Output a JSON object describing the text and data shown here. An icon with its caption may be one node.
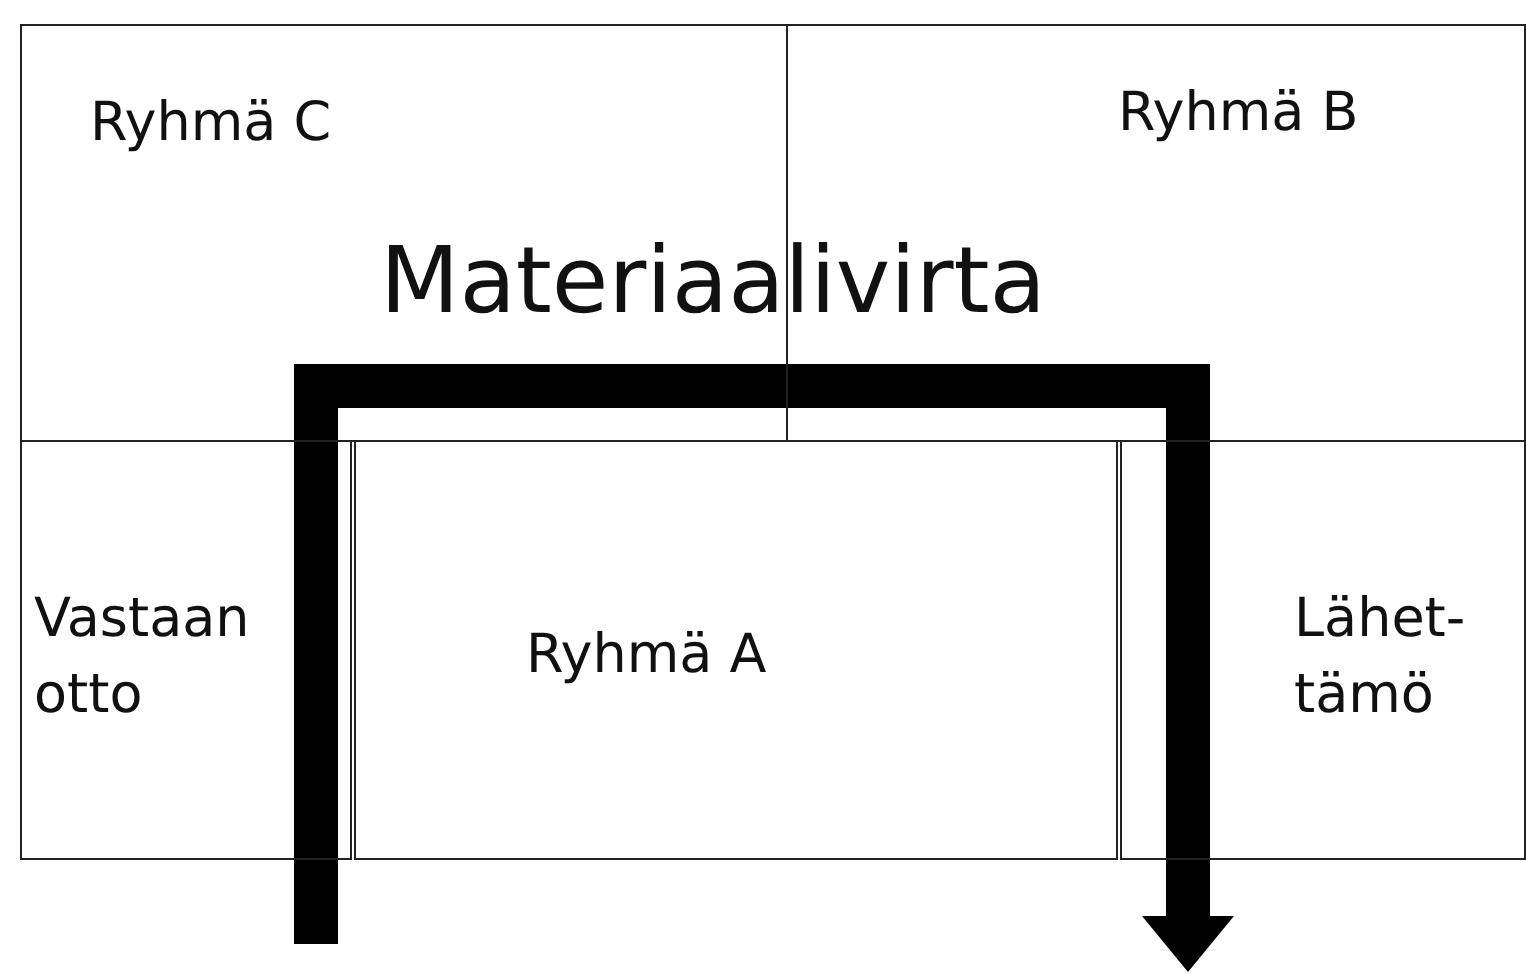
{
  "diagram": {
    "nodes": [
      {
        "text": [
          "Ryhmä C"
        ]
      },
      {
        "text": [
          "Ryhmä B"
        ]
      },
      {
        "text": [
          "Vastaan otto"
        ]
      },
      {
        "text": [
          "Ryhmä A"
        ]
      },
      {
        "text": [
          "Lähet- tämö"
        ]
      }
    ],
    "labels": [
      "Materiaalivirta"
    ]
  }
}
